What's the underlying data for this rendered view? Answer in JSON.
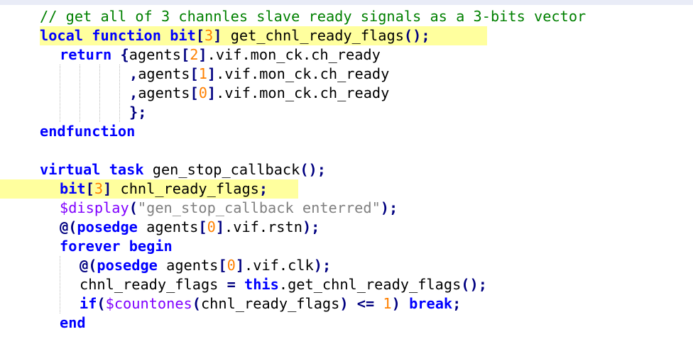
{
  "editor": {
    "colors": {
      "background": "#ffffff",
      "keyword": "#0000ff",
      "comment": "#008000",
      "number": "#ff8000",
      "system_task": "#8000ff",
      "string": "#808080",
      "operator": "#000080",
      "highlight": "#ffff9e",
      "top_band": "#e9ecf7"
    },
    "lines": [
      [
        {
          "t": "cm",
          "s": "// get all of 3 channles slave ready signals as a 3-bits vector"
        }
      ],
      [
        {
          "t": "kw",
          "s": "local"
        },
        {
          "t": "pl",
          "s": " "
        },
        {
          "t": "kw",
          "s": "function"
        },
        {
          "t": "pl",
          "s": " "
        },
        {
          "t": "kw",
          "s": "bit"
        },
        {
          "t": "op",
          "s": "["
        },
        {
          "t": "num",
          "s": "3"
        },
        {
          "t": "op",
          "s": "]"
        },
        {
          "t": "pl",
          "s": " get_chnl_ready_flags"
        },
        {
          "t": "op",
          "s": "();"
        }
      ],
      [
        {
          "t": "kw",
          "s": "return"
        },
        {
          "t": "pl",
          "s": " "
        },
        {
          "t": "op",
          "s": "{"
        },
        {
          "t": "pl",
          "s": "agents"
        },
        {
          "t": "op",
          "s": "["
        },
        {
          "t": "num",
          "s": "2"
        },
        {
          "t": "op",
          "s": "]"
        },
        {
          "t": "pl",
          "s": ".vif.mon_ck.ch_ready"
        }
      ],
      [
        {
          "t": "op",
          "s": ","
        },
        {
          "t": "pl",
          "s": "agents"
        },
        {
          "t": "op",
          "s": "["
        },
        {
          "t": "num",
          "s": "1"
        },
        {
          "t": "op",
          "s": "]"
        },
        {
          "t": "pl",
          "s": ".vif.mon_ck.ch_ready"
        }
      ],
      [
        {
          "t": "op",
          "s": ","
        },
        {
          "t": "pl",
          "s": "agents"
        },
        {
          "t": "op",
          "s": "["
        },
        {
          "t": "num",
          "s": "0"
        },
        {
          "t": "op",
          "s": "]"
        },
        {
          "t": "pl",
          "s": ".vif.mon_ck.ch_ready"
        }
      ],
      [
        {
          "t": "op",
          "s": "};"
        }
      ],
      [
        {
          "t": "kw",
          "s": "endfunction"
        }
      ],
      [],
      [
        {
          "t": "kw",
          "s": "virtual"
        },
        {
          "t": "pl",
          "s": " "
        },
        {
          "t": "kw",
          "s": "task"
        },
        {
          "t": "pl",
          "s": " gen_stop_callback"
        },
        {
          "t": "op",
          "s": "();"
        }
      ],
      [
        {
          "t": "kw",
          "s": "bit"
        },
        {
          "t": "op",
          "s": "["
        },
        {
          "t": "num",
          "s": "3"
        },
        {
          "t": "op",
          "s": "]"
        },
        {
          "t": "pl",
          "s": " chnl_ready_flags"
        },
        {
          "t": "op",
          "s": ";"
        }
      ],
      [
        {
          "t": "sys",
          "s": "$display"
        },
        {
          "t": "op",
          "s": "("
        },
        {
          "t": "str",
          "s": "\"gen_stop_callback enterred\""
        },
        {
          "t": "op",
          "s": ");"
        }
      ],
      [
        {
          "t": "op",
          "s": "@("
        },
        {
          "t": "kw",
          "s": "posedge"
        },
        {
          "t": "pl",
          "s": " agents"
        },
        {
          "t": "op",
          "s": "["
        },
        {
          "t": "num",
          "s": "0"
        },
        {
          "t": "op",
          "s": "]"
        },
        {
          "t": "pl",
          "s": ".vif.rstn"
        },
        {
          "t": "op",
          "s": ");"
        }
      ],
      [
        {
          "t": "kw",
          "s": "forever"
        },
        {
          "t": "pl",
          "s": " "
        },
        {
          "t": "kw",
          "s": "begin"
        }
      ],
      [
        {
          "t": "op",
          "s": "@("
        },
        {
          "t": "kw",
          "s": "posedge"
        },
        {
          "t": "pl",
          "s": " agents"
        },
        {
          "t": "op",
          "s": "["
        },
        {
          "t": "num",
          "s": "0"
        },
        {
          "t": "op",
          "s": "]"
        },
        {
          "t": "pl",
          "s": ".vif.clk"
        },
        {
          "t": "op",
          "s": ");"
        }
      ],
      [
        {
          "t": "pl",
          "s": "chnl_ready_flags "
        },
        {
          "t": "op",
          "s": "="
        },
        {
          "t": "pl",
          "s": " "
        },
        {
          "t": "kw",
          "s": "this"
        },
        {
          "t": "pl",
          "s": ".get_chnl_ready_flags"
        },
        {
          "t": "op",
          "s": "();"
        }
      ],
      [
        {
          "t": "kw",
          "s": "if"
        },
        {
          "t": "op",
          "s": "("
        },
        {
          "t": "sys",
          "s": "$countones"
        },
        {
          "t": "op",
          "s": "("
        },
        {
          "t": "pl",
          "s": "chnl_ready_flags"
        },
        {
          "t": "op",
          "s": ")"
        },
        {
          "t": "pl",
          "s": " "
        },
        {
          "t": "op",
          "s": "<="
        },
        {
          "t": "pl",
          "s": " "
        },
        {
          "t": "num",
          "s": "1"
        },
        {
          "t": "op",
          "s": ")"
        },
        {
          "t": "pl",
          "s": " "
        },
        {
          "t": "kw",
          "s": "break"
        },
        {
          "t": "op",
          "s": ";"
        }
      ],
      [
        {
          "t": "kw",
          "s": "end"
        }
      ]
    ]
  }
}
